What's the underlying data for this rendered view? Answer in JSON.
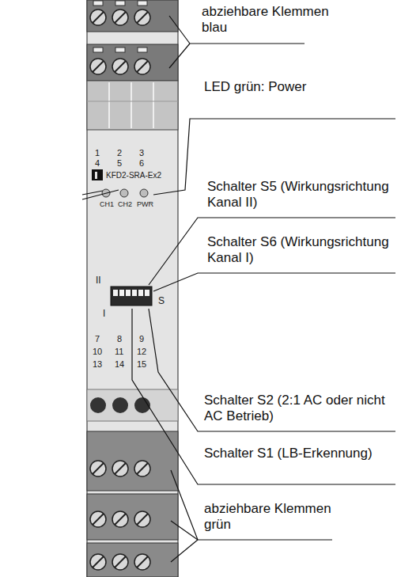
{
  "diagram": {
    "labels": [
      "abziehbare Klemmen blau",
      "LED grün: Power",
      "Schalter S5 (Wirkungsrichtung Kanal II)",
      "Schalter S6 (Wirkungsrichtung Kanal I)",
      "Schalter S2 (2:1 AC oder nicht AC Betrieb)",
      "Schalter S1 (LB-Erkennung)",
      "abziehbare Klemmen grün",
      "1",
      "2",
      "3",
      "4",
      "5",
      "6",
      "KFD2-SRA-Ex2",
      "CH1",
      "CH2",
      "PWR",
      "II",
      "S",
      "I",
      "7",
      "8",
      "9",
      "10",
      "11",
      "12",
      "13",
      "14",
      "15"
    ]
  }
}
